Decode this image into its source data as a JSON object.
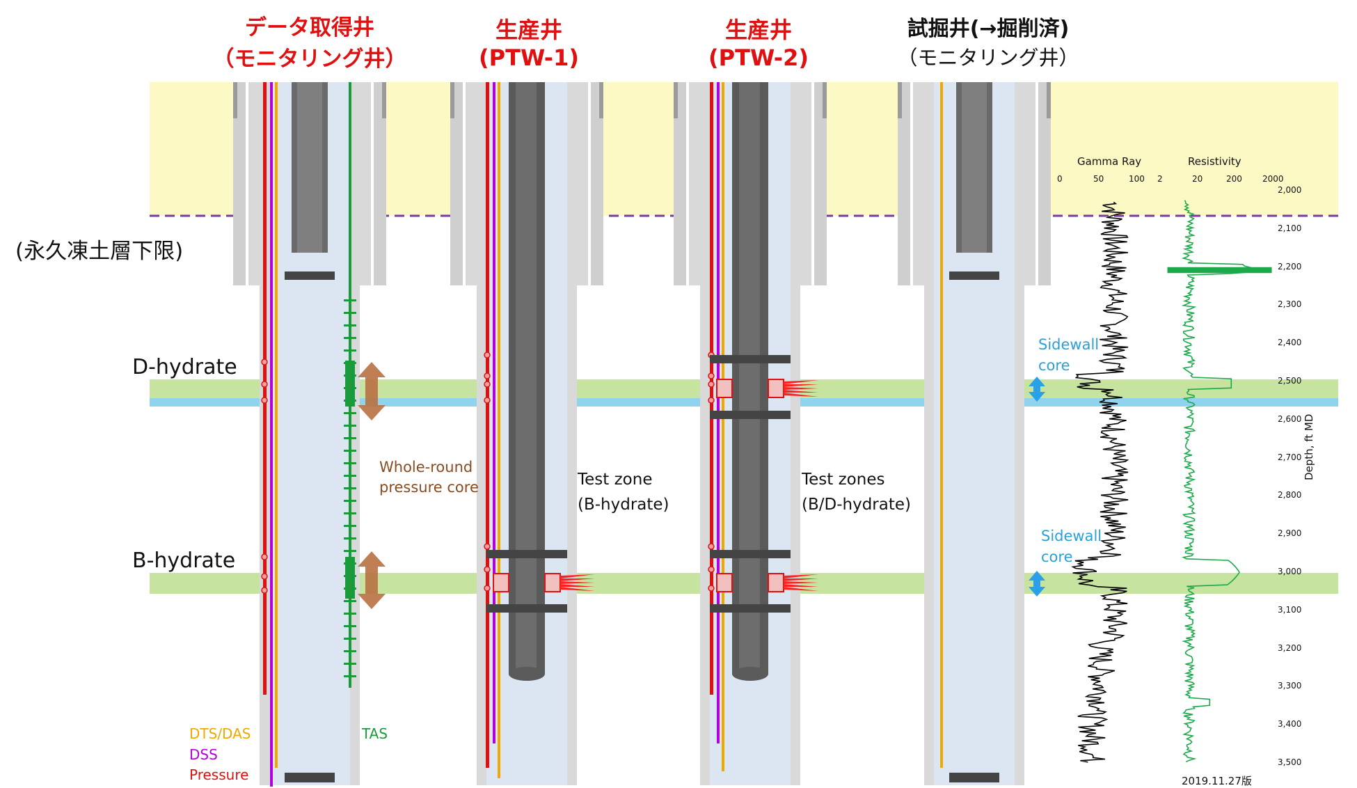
{
  "titles": {
    "well1_line1": "データ取得井",
    "well1_line2": "（モニタリング井）",
    "well2_line1": "生産井",
    "well2_line2": "(PTW-1)",
    "well3_line1": "生産井",
    "well3_line2": "(PTW-2)",
    "well4_line1": "試掘井(→掘削済)",
    "well4_line2": "（モニタリング井）"
  },
  "labels": {
    "permafrost": "(永久凍土層下限)",
    "d_hydrate": "D-hydrate",
    "b_hydrate": "B-hydrate",
    "whole_round_1": "Whole-round",
    "whole_round_2": "pressure core",
    "test_zone_1": "Test zone",
    "test_zone_2": "(B-hydrate)",
    "test_zones_1": "Test zones",
    "test_zones_2": "(B/D-hydrate)",
    "sidewall_1a": "Sidewall",
    "sidewall_1b": "core",
    "sidewall_2a": "Sidewall",
    "sidewall_2b": "core",
    "dts": "DTS/DAS",
    "dss": "DSS",
    "pressure": "Pressure",
    "tas": "TAS",
    "version": "2019.11.27版"
  },
  "log": {
    "gamma_title": "Gamma Ray",
    "gamma_ticks": [
      "0",
      "50",
      "100"
    ],
    "res_title": "Resistivity",
    "res_ticks": [
      "2",
      "20",
      "200",
      "2000"
    ],
    "depth_label": "Depth, ft MD",
    "depth_ticks": [
      "2,000",
      "2,100",
      "2,200",
      "2,300",
      "2,400",
      "2,500",
      "2,600",
      "2,700",
      "2,800",
      "2,900",
      "3,000",
      "3,100",
      "3,200",
      "3,300",
      "3,400",
      "3,500"
    ]
  },
  "colors": {
    "permafrost_fill": "#fcf9c4",
    "d_hydrate_band": "#c6e3a0",
    "water_band": "#8fd3ee",
    "casing": "#cfcfcf",
    "tubing": "#555555",
    "wellbore_fill": "#dce6f2",
    "dts": "#f0a800",
    "dss": "#b400e0",
    "pressure": "#e01010",
    "tas": "#1a9a3a",
    "gamma": "#000000",
    "resistivity": "#1aa84a",
    "sidewall_text": "#2aa0d8",
    "core_text": "#8a4a22"
  }
}
